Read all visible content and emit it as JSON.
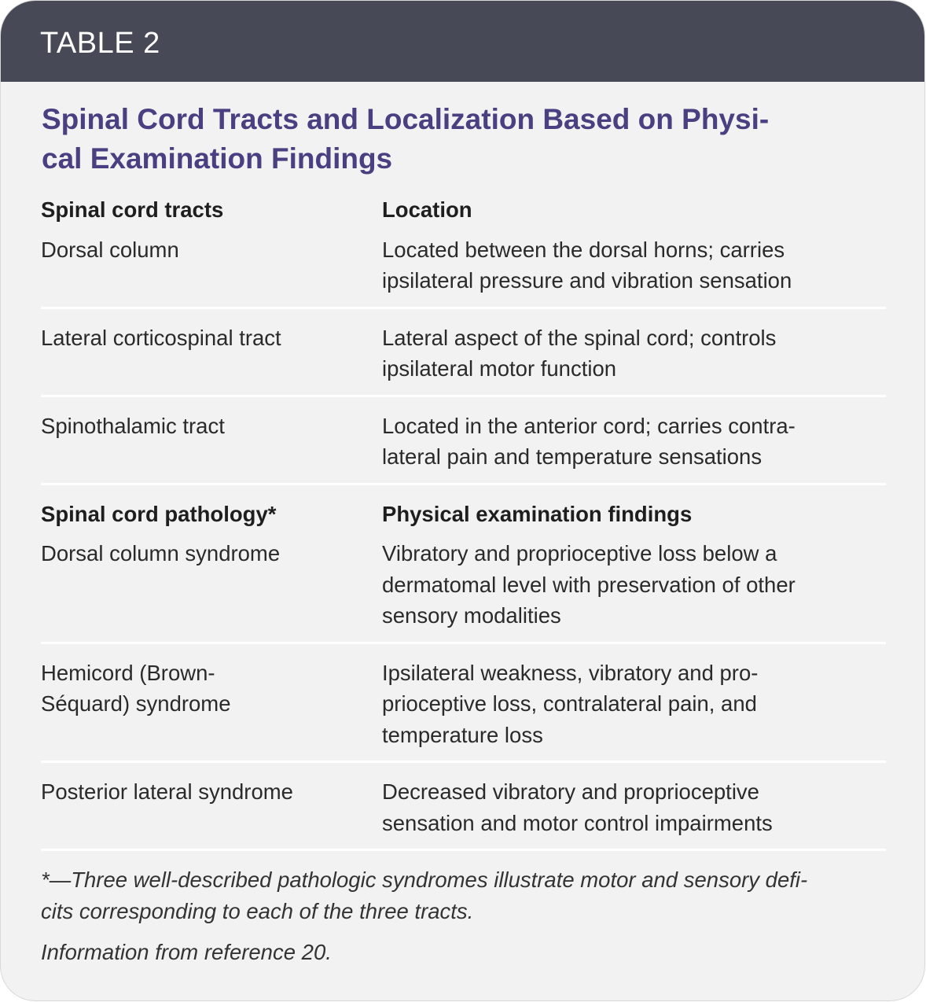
{
  "label": "TABLE 2",
  "title_lines": [
    "Spinal Cord Tracts and Localization Based on Physi-",
    "cal Examination Findings"
  ],
  "sections": [
    {
      "header": [
        "Spinal cord tracts",
        "Location"
      ],
      "rows": [
        {
          "c1": [
            "Dorsal column"
          ],
          "c2": [
            "Located between the dorsal horns; carries",
            "ipsilateral pressure and vibration sensation"
          ]
        },
        {
          "c1": [
            "Lateral corticospinal tract"
          ],
          "c2": [
            "Lateral aspect of the spinal cord; controls",
            "ipsilateral motor function"
          ]
        },
        {
          "c1": [
            "Spinothalamic tract"
          ],
          "c2": [
            "Located in the anterior cord; carries contra-",
            "lateral pain and temperature sensations"
          ]
        }
      ]
    },
    {
      "header": [
        "Spinal cord pathology*",
        "Physical examination findings"
      ],
      "rows": [
        {
          "c1": [
            "Dorsal column syndrome"
          ],
          "c2": [
            "Vibratory and proprioceptive loss below a",
            "dermatomal level with preservation of other",
            "sensory modalities"
          ]
        },
        {
          "c1": [
            "Hemicord (Brown-",
            "Séquard) syndrome"
          ],
          "c2": [
            "Ipsilateral weakness, vibratory and pro-",
            "prioceptive loss, contralateral pain, and",
            "temperature loss"
          ]
        },
        {
          "c1": [
            "Posterior lateral syndrome"
          ],
          "c2": [
            "Decreased vibratory and proprioceptive",
            "sensation and motor control impairments"
          ]
        }
      ]
    }
  ],
  "footnote_lines": [
    "*—Three well-described pathologic syndromes illustrate motor and sensory defi-",
    "cits corresponding to each of the three tracts."
  ],
  "source": "Information from reference 20."
}
